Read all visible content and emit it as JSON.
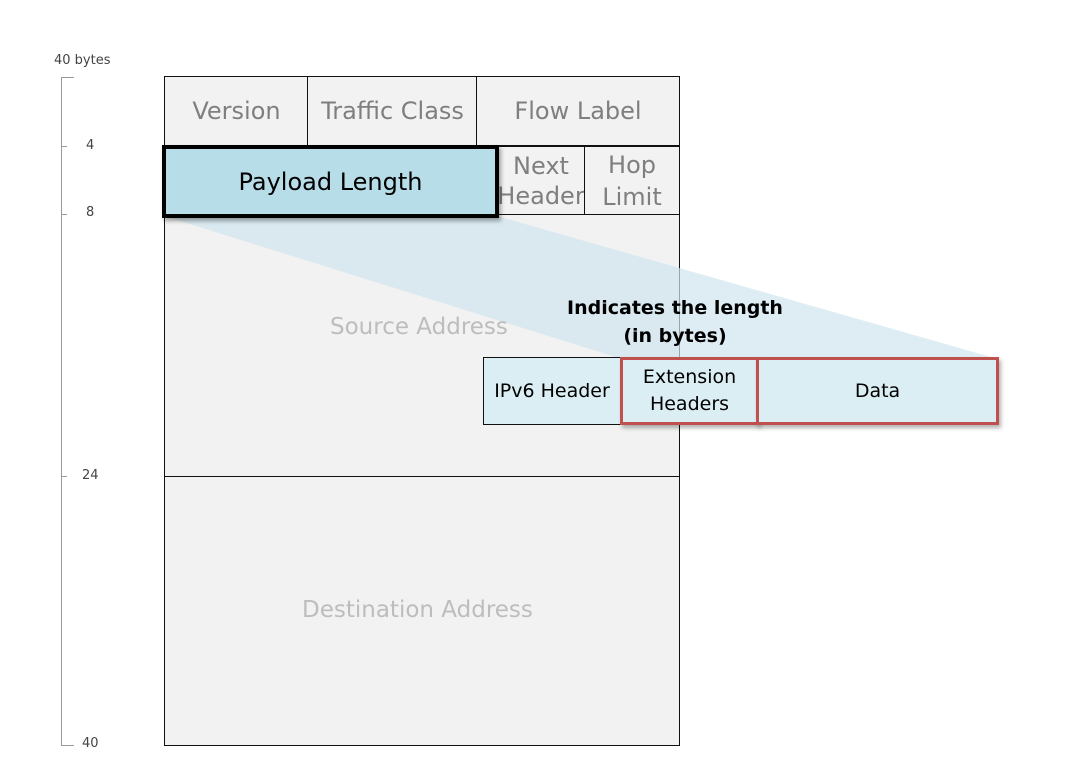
{
  "scale": {
    "top_label": "40 bytes",
    "ticks": [
      "4",
      "8",
      "24",
      "40"
    ]
  },
  "header": {
    "row1": {
      "version": "Version",
      "traffic_class": "Traffic Class",
      "flow_label": "Flow Label"
    },
    "row2": {
      "payload_length": "Payload Length",
      "next_header_line1": "Next",
      "next_header_line2": "Header",
      "hop_limit_line1": "Hop",
      "hop_limit_line2": "Limit"
    },
    "source_address": "Source Address",
    "destination_address": "Destination Address"
  },
  "callout": {
    "title_line1": "Indicates the length",
    "title_line2": "(in bytes)",
    "packet": {
      "ipv6_header": "IPv6 Header",
      "extension_line1": "Extension",
      "extension_line2": "Headers",
      "data": "Data"
    }
  },
  "colors": {
    "highlight_fill": "#b7dde8",
    "beam_fill": "#dbeef4",
    "emphasis_border": "#c0504d",
    "cell_fill": "#f2f2f2"
  }
}
